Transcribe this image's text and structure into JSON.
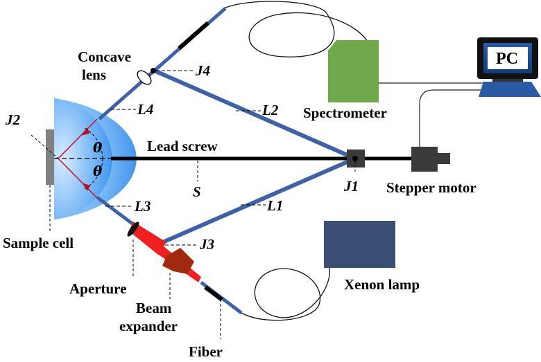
{
  "labels": {
    "concave_lens_line1": "Concave",
    "concave_lens_line2": "lens",
    "j4": "J4",
    "l4": "L4",
    "l2": "L2",
    "j2": "J2",
    "theta_top": "θ",
    "theta_bottom": "θ",
    "lead_screw": "Lead screw",
    "s": "S",
    "j1": "J1",
    "stepper_motor": "Stepper motor",
    "spectrometer": "Spectrometer",
    "pc": "PC",
    "l3": "L3",
    "l1": "L1",
    "j3": "J3",
    "sample_cell": "Sample cell",
    "aperture": "Aperture",
    "beam_expander_line1": "Beam",
    "beam_expander_line2": "expander",
    "fiber": "Fiber",
    "xenon_lamp": "Xenon lamp"
  },
  "colors": {
    "arm_blue": "#3f61a8",
    "dome_blue_light": "#cfe6ff",
    "dome_blue_dark": "#3f97ee",
    "spectrometer_green": "#70a94b",
    "xenon_lamp_navy": "#3a4e74",
    "beam_red": "#ef2020",
    "expander_brown": "#a02a10",
    "ray_red": "#c0102a",
    "motor_gray": "#3a3a3a",
    "pc_blue": "#1d4f95"
  }
}
